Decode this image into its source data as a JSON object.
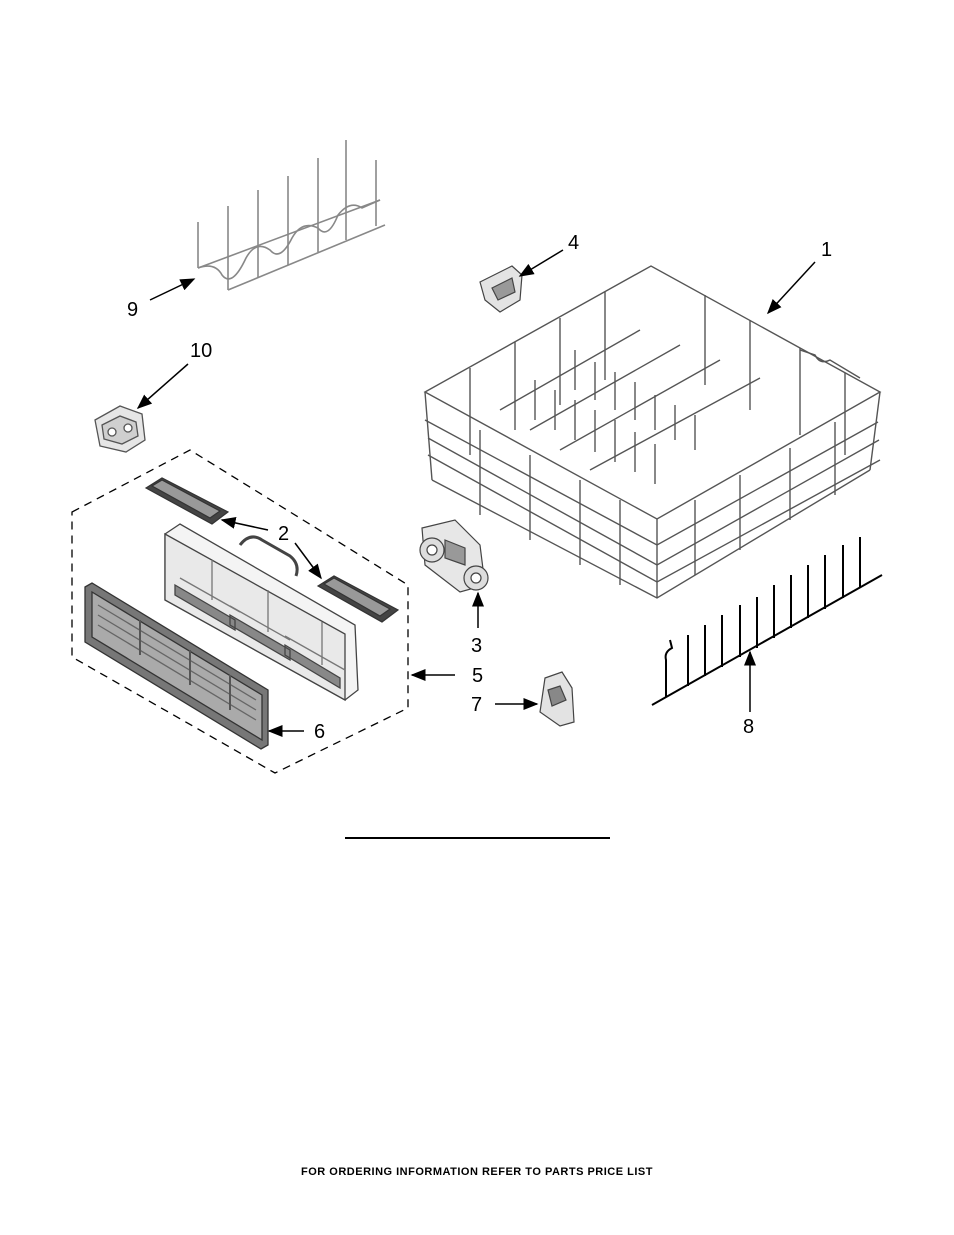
{
  "callouts": {
    "c1": "1",
    "c2": "2",
    "c3": "3",
    "c4": "4",
    "c5": "5",
    "c6": "6",
    "c7": "7",
    "c8": "8",
    "c9": "9",
    "c10": "10"
  },
  "footer_text": "FOR ORDERING INFORMATION REFER TO PARTS PRICE LIST"
}
